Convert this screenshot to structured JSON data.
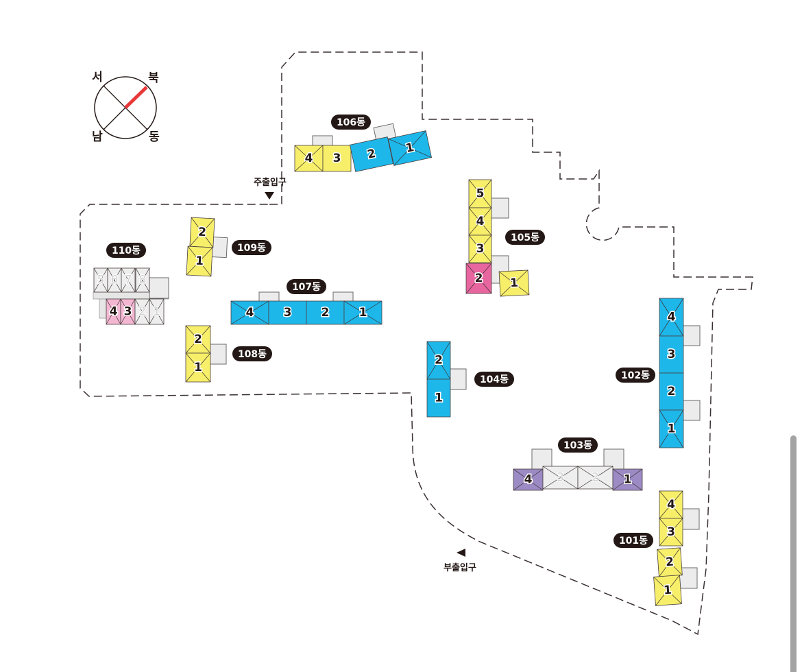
{
  "colors": {
    "yellow": "#f7ef6a",
    "blue": "#1eb7ea",
    "pink": "#e8669f",
    "light_pink": "#f3b7d2",
    "purple": "#9b8ac3",
    "inactive": "#eeeeee",
    "core": "#ececec",
    "label_bg": "#231815",
    "compass_needle": "#e8393a"
  },
  "compass": {
    "west": "서",
    "north": "북",
    "south": "남",
    "east": "동"
  },
  "gates": {
    "main": {
      "label": "주출입구",
      "arrow": "down-triangle-icon"
    },
    "sub": {
      "label": "부출입구",
      "arrow": "left-triangle-icon"
    }
  },
  "buildings": [
    {
      "id": "101",
      "label": "101동",
      "units": [
        {
          "no": "4",
          "status": "yellow"
        },
        {
          "no": "3",
          "status": "yellow"
        },
        {
          "no": "2",
          "status": "yellow"
        },
        {
          "no": "1",
          "status": "yellow"
        }
      ]
    },
    {
      "id": "102",
      "label": "102동",
      "units": [
        {
          "no": "4",
          "status": "blue"
        },
        {
          "no": "3",
          "status": "blue"
        },
        {
          "no": "2",
          "status": "blue"
        },
        {
          "no": "1",
          "status": "blue"
        }
      ]
    },
    {
      "id": "103",
      "label": "103동",
      "units": [
        {
          "no": "4",
          "status": "purple"
        },
        {
          "no": "3",
          "status": "inactive"
        },
        {
          "no": "2",
          "status": "inactive"
        },
        {
          "no": "1",
          "status": "purple"
        }
      ]
    },
    {
      "id": "104",
      "label": "104동",
      "units": [
        {
          "no": "2",
          "status": "blue"
        },
        {
          "no": "1",
          "status": "blue"
        }
      ]
    },
    {
      "id": "105",
      "label": "105동",
      "units": [
        {
          "no": "5",
          "status": "yellow"
        },
        {
          "no": "4",
          "status": "yellow"
        },
        {
          "no": "3",
          "status": "yellow"
        },
        {
          "no": "2",
          "status": "pink"
        },
        {
          "no": "1",
          "status": "yellow"
        }
      ]
    },
    {
      "id": "106",
      "label": "106동",
      "units": [
        {
          "no": "4",
          "status": "yellow"
        },
        {
          "no": "3",
          "status": "yellow"
        },
        {
          "no": "2",
          "status": "blue"
        },
        {
          "no": "1",
          "status": "blue"
        }
      ]
    },
    {
      "id": "107",
      "label": "107동",
      "units": [
        {
          "no": "4",
          "status": "blue"
        },
        {
          "no": "3",
          "status": "blue"
        },
        {
          "no": "2",
          "status": "blue"
        },
        {
          "no": "1",
          "status": "blue"
        }
      ]
    },
    {
      "id": "108",
      "label": "108동",
      "units": [
        {
          "no": "2",
          "status": "yellow"
        },
        {
          "no": "1",
          "status": "yellow"
        }
      ]
    },
    {
      "id": "109",
      "label": "109동",
      "units": [
        {
          "no": "2",
          "status": "yellow"
        },
        {
          "no": "1",
          "status": "yellow"
        }
      ]
    },
    {
      "id": "110",
      "label": "110동",
      "units": [
        {
          "no": "5",
          "status": "inactive"
        },
        {
          "no": "6",
          "status": "inactive"
        },
        {
          "no": "7",
          "status": "inactive"
        },
        {
          "no": "8",
          "status": "inactive"
        },
        {
          "no": "4",
          "status": "light_pink"
        },
        {
          "no": "3",
          "status": "light_pink"
        },
        {
          "no": "2",
          "status": "inactive"
        },
        {
          "no": "1",
          "status": "inactive"
        }
      ]
    }
  ]
}
